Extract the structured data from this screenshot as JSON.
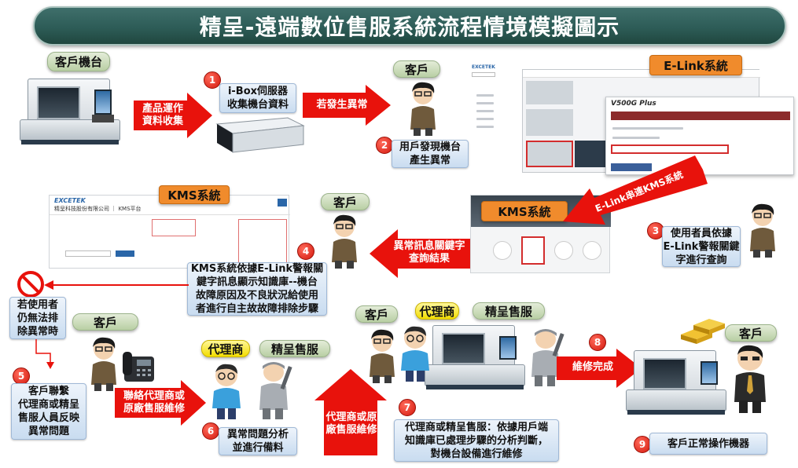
{
  "title": "精呈-遠端數位售服系統流程情境模擬圖示",
  "labels": {
    "customer_machine": "客戶機台",
    "customer": "客戶",
    "elink_system": "E-Link系統",
    "kms_system": "KMS系統",
    "agent": "代理商",
    "cheng_service": "精呈售服",
    "kms_page_header": "精呈科技股份有限公司 ｜ KMS平台",
    "excetek": "EXCETEK",
    "v500g": "V500G Plus"
  },
  "arrows": {
    "collect": "產品運作\n資料收集",
    "abnormal": "若發生異常",
    "elink_to_kms": "E-Link串連KMS系統",
    "kms_result": "異常訊息關鍵字\n查詢結果",
    "contact_agent": "聯絡代理商或\n原廠售服維修",
    "repair_by": "代理商或原\n廠售服維修",
    "repair_done": "維修完成"
  },
  "steps": [
    {
      "num": "1",
      "text": "i-Box伺服器\n收集機台資料"
    },
    {
      "num": "2",
      "text": "用戶發現機台\n產生異常"
    },
    {
      "num": "3",
      "text": "使用者員依據\nE-Link警報關鍵\n字進行查詢"
    },
    {
      "num": "4",
      "text": "KMS系統依據E-Link警報關\n鍵字訊息顯示知識庫--機台\n故障原因及不良狀況給使用\n者進行自主故故障排除步驟"
    },
    {
      "num": "5",
      "text": "客戶聯繫\n代理商或精呈\n售服人員反映\n異常問題"
    },
    {
      "num": "6",
      "text": "異常問題分析\n並進行備料"
    },
    {
      "num": "7",
      "text": "代理商或精呈售服：依據用戶端\n知識庫已處理步驟的分析判斷，\n對機台設備進行維修"
    },
    {
      "num": "8",
      "text": ""
    },
    {
      "num": "9",
      "text": "客戶正常操作機器"
    }
  ],
  "fail_note": "若使用者\n仍無法排\n除異常時",
  "colors": {
    "arrow_red": "#e8120c",
    "title_bg": "#2d5c57",
    "orange_tag": "#f08b2c",
    "green_tag": "#b9cfa4",
    "yellow_tag": "#f3dd00"
  }
}
